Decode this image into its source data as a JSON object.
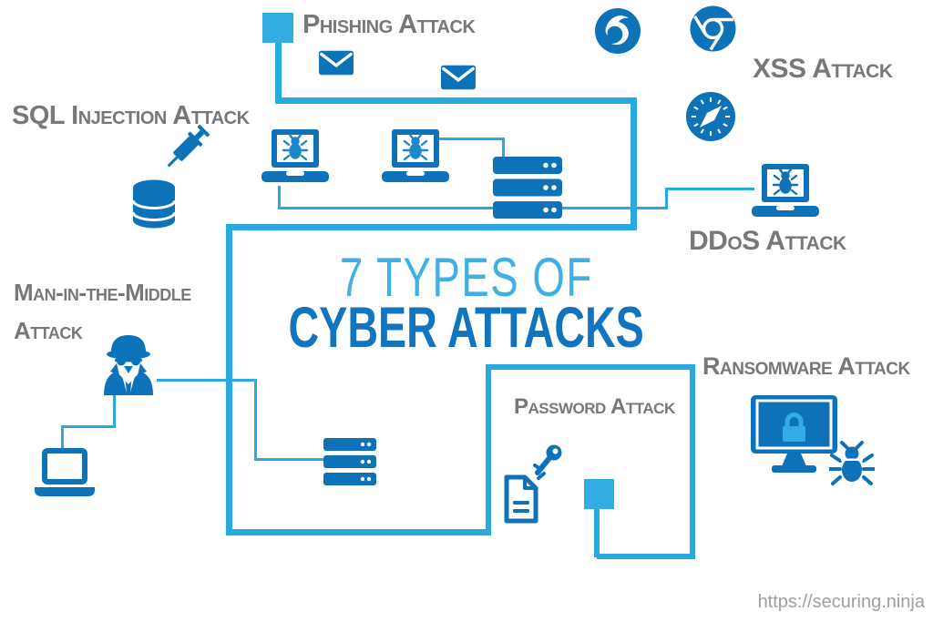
{
  "title": {
    "line1": "7 TYPES OF",
    "line2": "CYBER ATTACKS"
  },
  "labels": {
    "phishing": "Phishing Attack",
    "xss": "XSS Attack",
    "sql": "SQL Injection Attack",
    "ddos": "DDoS Attack",
    "mitm_line1": "Man-in-the-Middle",
    "mitm_line2": "Attack",
    "password": "Password Attack",
    "ransomware": "Ransomware Attack"
  },
  "footer": {
    "url": "https://securing.ninja"
  },
  "colors": {
    "line_blue": "#29A9E2",
    "node_blue": "#33ACE3",
    "icon_blue": "#0D72B8",
    "title_light_blue": "#3FB0E6",
    "title_dark_blue": "#1273BE",
    "label_gray": "#77787B",
    "url_gray": "#9EA0A3"
  },
  "icons": {
    "phishing": [
      "square-node",
      "envelope-icon",
      "envelope-icon"
    ],
    "xss": [
      "firefox-icon",
      "chrome-icon",
      "safari-icon"
    ],
    "sql_injection": [
      "syringe-icon",
      "database-icon"
    ],
    "botnet": [
      "laptop-bug-icon",
      "laptop-bug-icon",
      "server-icon"
    ],
    "ddos": [
      "laptop-bug-icon"
    ],
    "mitm": [
      "spy-icon",
      "laptop-icon",
      "server-icon"
    ],
    "password": [
      "key-icon",
      "document-icon",
      "square-node"
    ],
    "ransomware": [
      "monitor-lock-icon",
      "bug-icon"
    ]
  }
}
